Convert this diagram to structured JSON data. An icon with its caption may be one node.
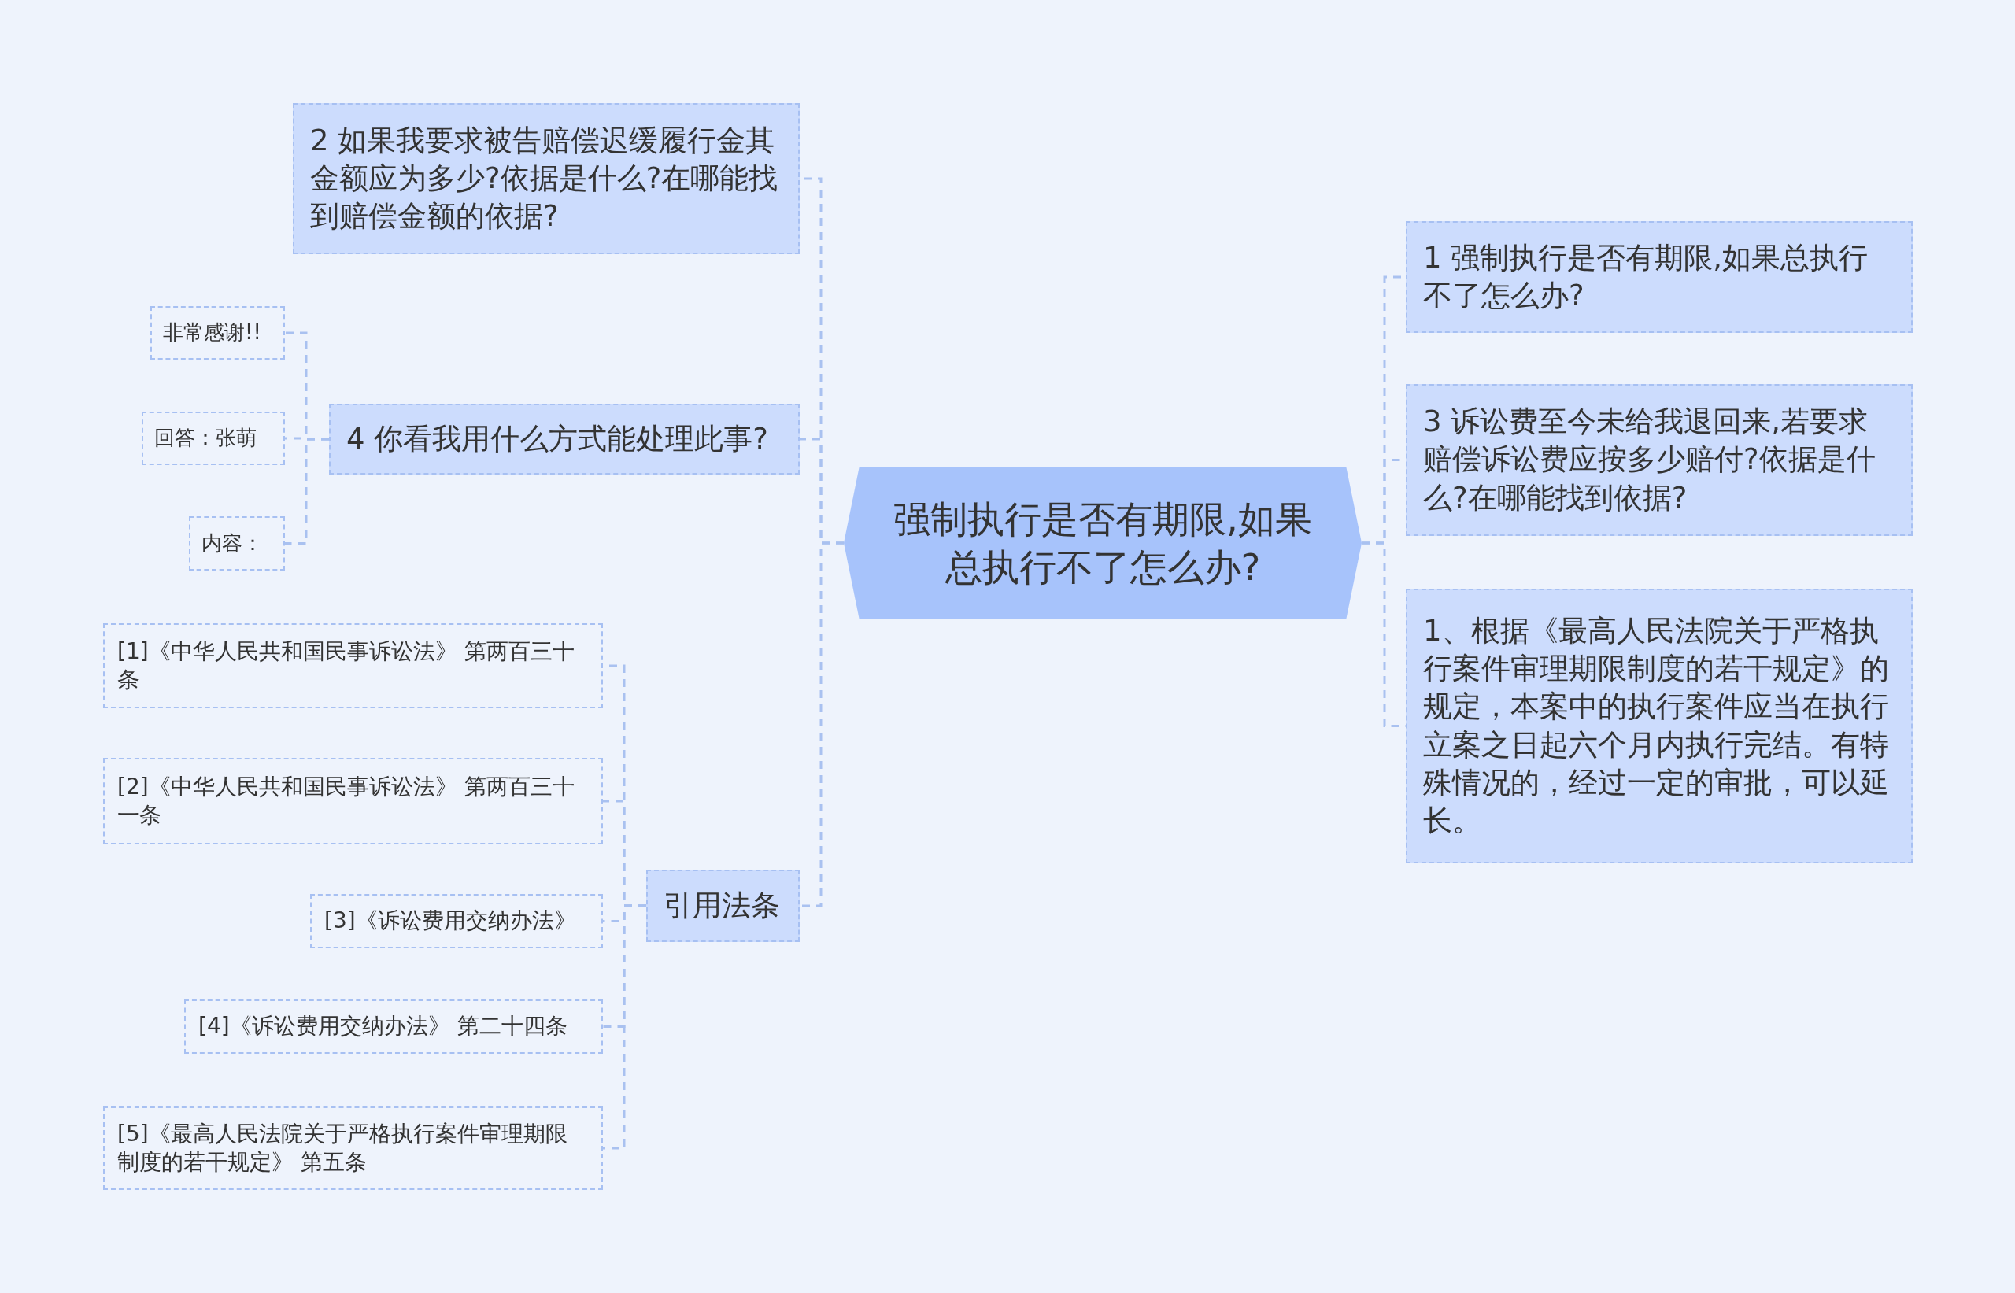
{
  "diagram": {
    "nodes": [
      {
        "text": [
          "强制执行是否有期限,如果总执行不了怎么办?"
        ]
      },
      {
        "text": [
          "2 如果我要求被告赔偿迟缓履行金其金额应为多少?依据是什么?在哪能找到赔偿金额的依据?"
        ]
      },
      {
        "text": [
          "4 你看我用什么方式能处理此事?"
        ]
      },
      {
        "text": [
          "非常感谢!!"
        ]
      },
      {
        "text": [
          "回答：张萌"
        ]
      },
      {
        "text": [
          "内容："
        ]
      },
      {
        "text": [
          "引用法条"
        ]
      },
      {
        "text": [
          "[1]《中华人民共和国民事诉讼法》 第两百三十条"
        ]
      },
      {
        "text": [
          "[2]《中华人民共和国民事诉讼法》 第两百三十一条"
        ]
      },
      {
        "text": [
          "[3]《诉讼费用交纳办法》"
        ]
      },
      {
        "text": [
          "[4]《诉讼费用交纳办法》 第二十四条"
        ]
      },
      {
        "text": [
          "[5]《最高人民法院关于严格执行案件审理期限制度的若干规定》 第五条"
        ]
      },
      {
        "text": [
          "1 强制执行是否有期限,如果总执行不了怎么办?"
        ]
      },
      {
        "text": [
          "3 诉讼费至今未给我退回来,若要求赔偿诉讼费应按多少赔付?依据是什么?在哪能找到依据?"
        ]
      },
      {
        "text": [
          "1、根据《最高人民法院关于严格执行案件审理期限制度的若干规定》的规定，本案中的执行案件应当在执行立案之日起六个月内执行完结。有特殊情况的，经过一定的审批，可以延长。"
        ]
      }
    ],
    "edges": [
      {
        "from": 0,
        "to": 1,
        "arrow": "none",
        "style": "dashed"
      },
      {
        "from": 0,
        "to": 2,
        "arrow": "none",
        "style": "dashed"
      },
      {
        "from": 0,
        "to": 6,
        "arrow": "none",
        "style": "dashed"
      },
      {
        "from": 2,
        "to": 3,
        "arrow": "none",
        "style": "dashed"
      },
      {
        "from": 2,
        "to": 4,
        "arrow": "none",
        "style": "dashed"
      },
      {
        "from": 2,
        "to": 5,
        "arrow": "none",
        "style": "dashed"
      },
      {
        "from": 6,
        "to": 7,
        "arrow": "none",
        "style": "dashed"
      },
      {
        "from": 6,
        "to": 8,
        "arrow": "none",
        "style": "dashed"
      },
      {
        "from": 6,
        "to": 9,
        "arrow": "none",
        "style": "dashed"
      },
      {
        "from": 6,
        "to": 10,
        "arrow": "none",
        "style": "dashed"
      },
      {
        "from": 6,
        "to": 11,
        "arrow": "none",
        "style": "dashed"
      },
      {
        "from": 0,
        "to": 12,
        "arrow": "none",
        "style": "dashed"
      },
      {
        "from": 0,
        "to": 13,
        "arrow": "none",
        "style": "dashed"
      },
      {
        "from": 0,
        "to": 14,
        "arrow": "none",
        "style": "dashed"
      }
    ]
  }
}
